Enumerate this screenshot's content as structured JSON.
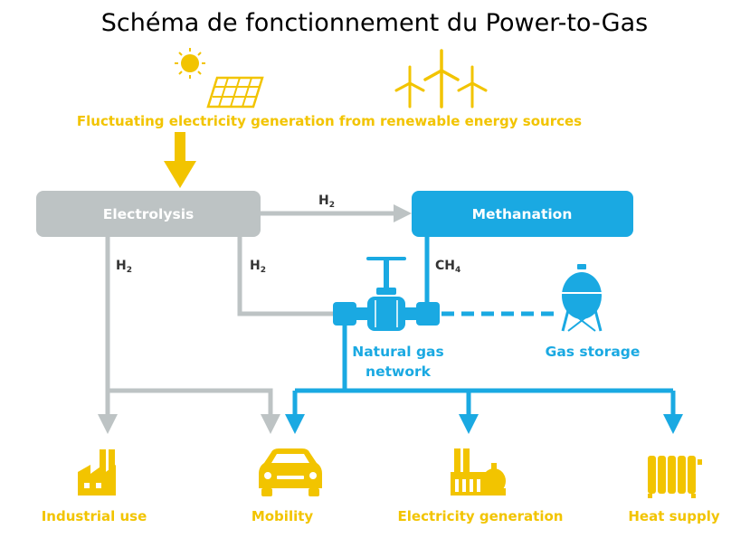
{
  "title": "Schéma de fonctionnement du Power-to-Gas",
  "source_caption": "Fluctuating electricity generation from renewable energy sources",
  "nodes": {
    "electrolysis": "Electrolysis",
    "methanation": "Methanation",
    "natural_gas_network_line1": "Natural gas",
    "natural_gas_network_line2": "network",
    "gas_storage": "Gas storage"
  },
  "flow_labels": {
    "h2_to_methanation": {
      "symbol": "H",
      "subscript": "2"
    },
    "h2_to_industry": {
      "symbol": "H",
      "subscript": "2"
    },
    "h2_to_network": {
      "symbol": "H",
      "subscript": "2"
    },
    "ch4_to_network": {
      "symbol": "CH",
      "subscript": "4"
    }
  },
  "outputs": {
    "industrial_use": "Industrial use",
    "mobility": "Mobility",
    "electricity_generation": "Electricity generation",
    "heat_supply": "Heat supply"
  },
  "icons": [
    "sun-icon",
    "solar-panel-icon",
    "wind-turbine-icon",
    "valve-icon",
    "gas-tank-icon",
    "factory-icon",
    "car-icon",
    "power-plant-icon",
    "radiator-icon"
  ],
  "colors": {
    "yellow": "#f2c400",
    "blue": "#1aa9e2",
    "gray": "#bdc3c4",
    "text_dark": "#333333"
  }
}
